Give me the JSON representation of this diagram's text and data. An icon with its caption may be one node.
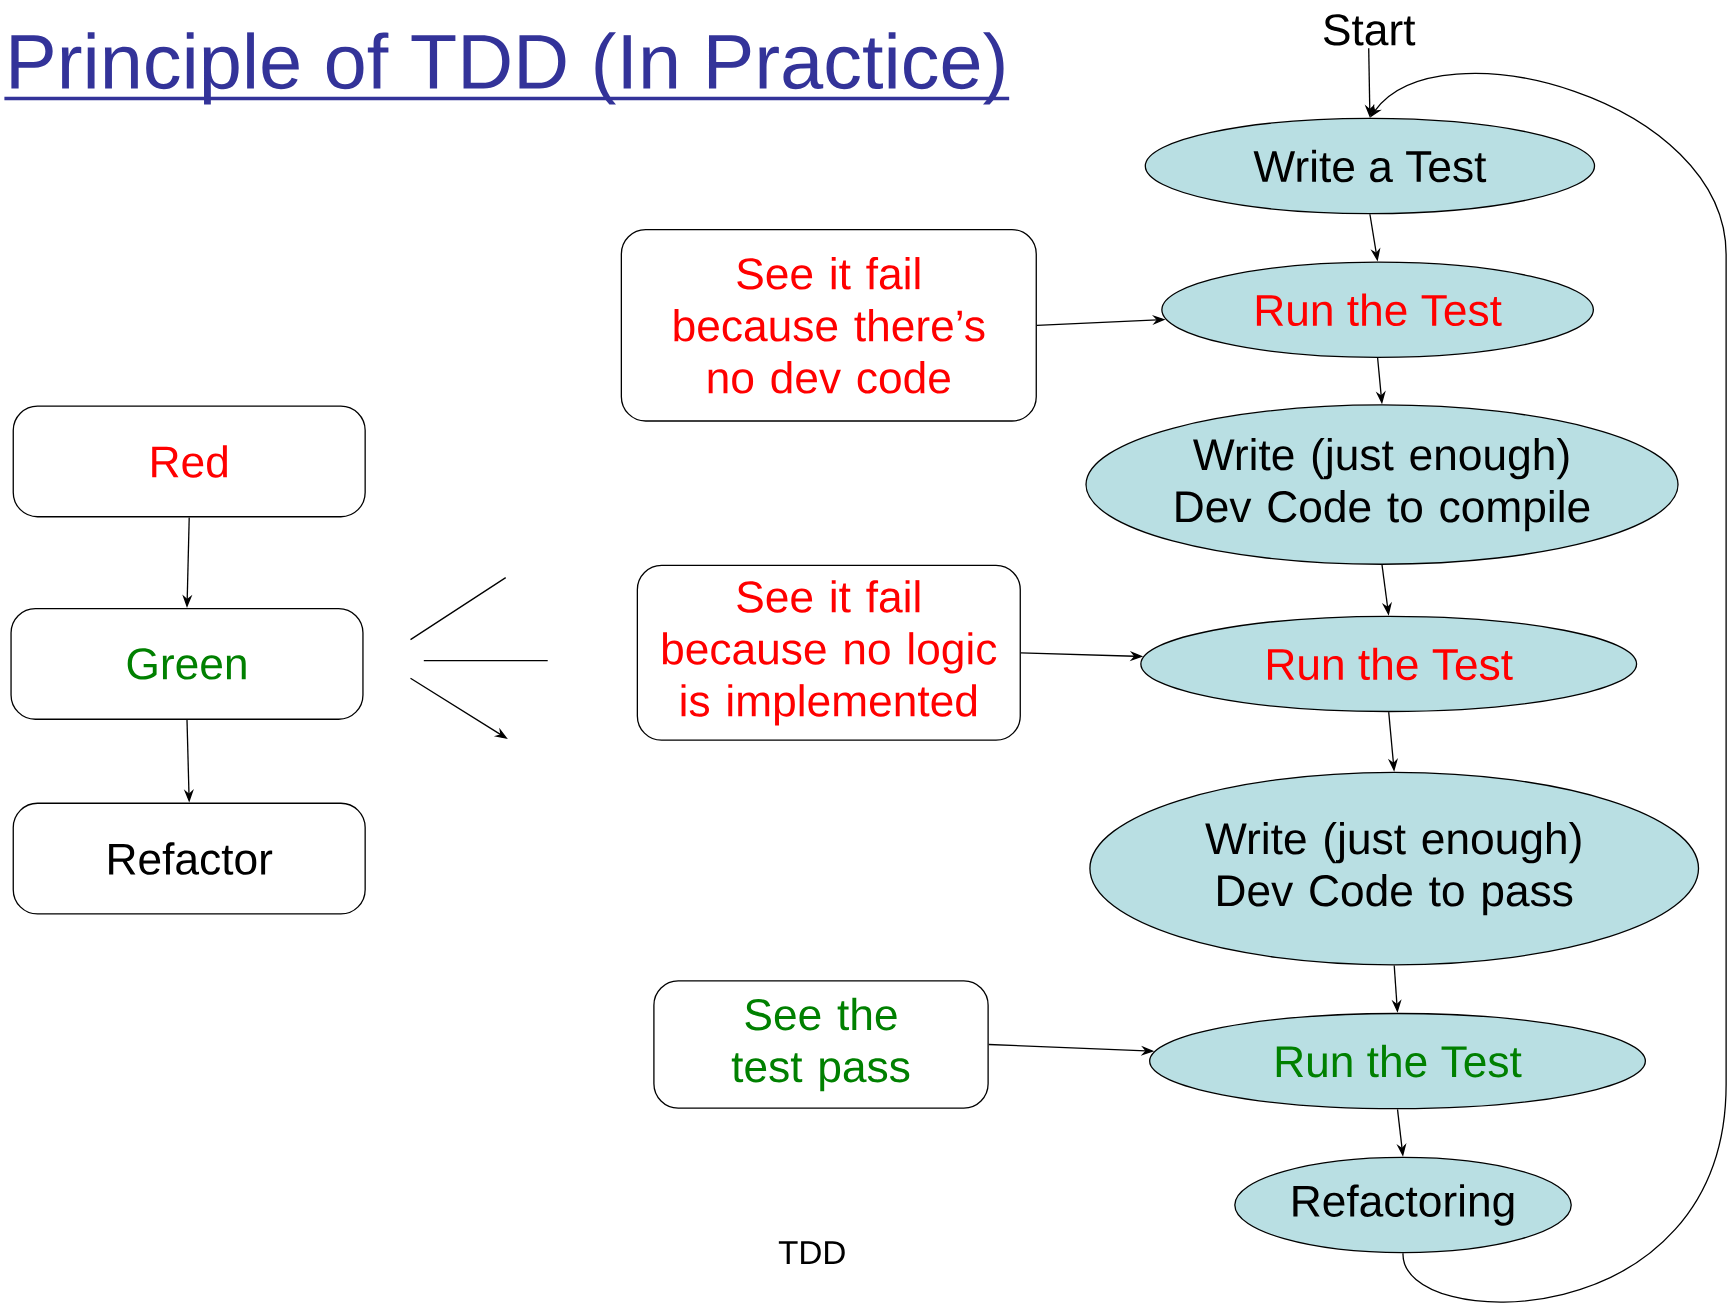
{
  "diagram": {
    "title": "Principle of TDD (In Practice)",
    "caption": "TDD",
    "nodes": [
      {
        "text": [
          "Start"
        ]
      },
      {
        "text": [
          "Write a Test"
        ]
      },
      {
        "text": [
          "Run the Test"
        ]
      },
      {
        "text": [
          "Write (just enough) Dev Code to compile"
        ]
      },
      {
        "text": [
          "Run the Test"
        ]
      },
      {
        "text": [
          "Write (just enough) Dev Code to pass"
        ]
      },
      {
        "text": [
          "Run the Test"
        ]
      },
      {
        "text": [
          "Refactoring"
        ]
      },
      {
        "text": [
          "See it fail because there’s no dev code"
        ]
      },
      {
        "text": [
          "See it fail because no logic is implemented"
        ]
      },
      {
        "text": [
          "See the test pass"
        ]
      },
      {
        "text": [
          "Red"
        ]
      },
      {
        "text": [
          "Green"
        ]
      },
      {
        "text": [
          "Refactor"
        ]
      }
    ],
    "edges": [
      {
        "from": 0,
        "to": 1,
        "arrow": "to"
      },
      {
        "from": 1,
        "to": 2,
        "arrow": "to"
      },
      {
        "from": 2,
        "to": 3,
        "arrow": "to"
      },
      {
        "from": 3,
        "to": 4,
        "arrow": "to"
      },
      {
        "from": 4,
        "to": 5,
        "arrow": "to"
      },
      {
        "from": 5,
        "to": 6,
        "arrow": "to"
      },
      {
        "from": 6,
        "to": 7,
        "arrow": "to"
      },
      {
        "from": 7,
        "to": 1,
        "arrow": "to"
      },
      {
        "from": 8,
        "to": 2,
        "arrow": "to"
      },
      {
        "from": 9,
        "to": 4,
        "arrow": "to"
      },
      {
        "from": 10,
        "to": 6,
        "arrow": "to"
      },
      {
        "from": 11,
        "to": 12,
        "arrow": "to"
      },
      {
        "from": 12,
        "to": 13,
        "arrow": "to"
      }
    ]
  }
}
